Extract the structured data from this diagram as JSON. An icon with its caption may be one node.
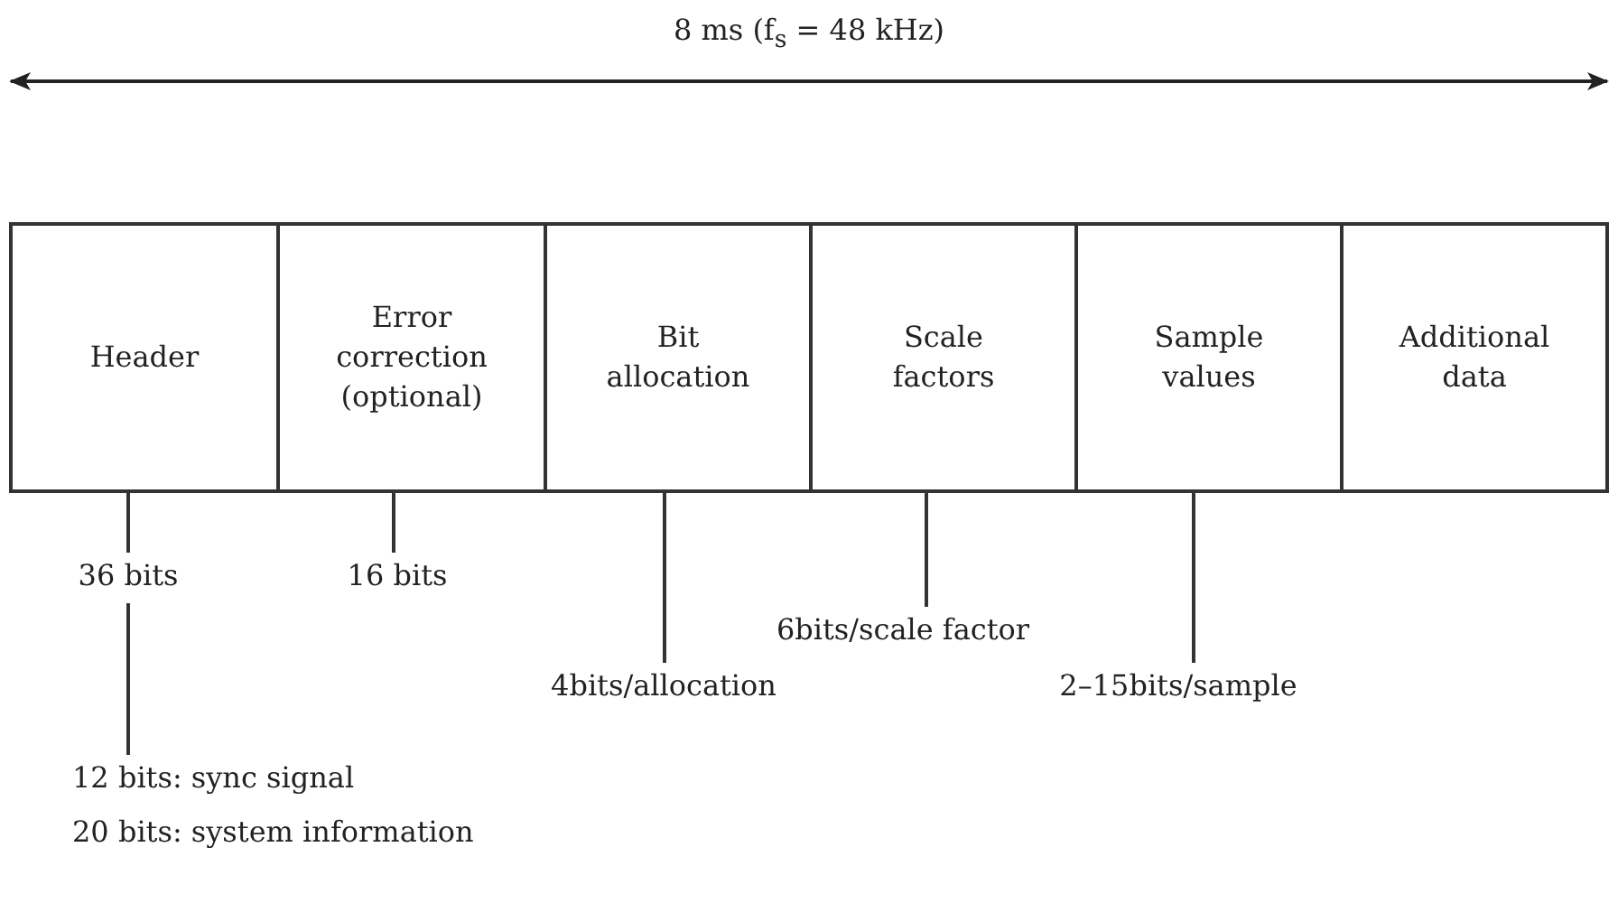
{
  "diagram": {
    "nodes": [
      {
        "text": [
          "Header"
        ]
      },
      {
        "text": [
          "Error correction (optional)"
        ]
      },
      {
        "text": [
          "Bit allocation"
        ]
      },
      {
        "text": [
          "Scale factors"
        ]
      },
      {
        "text": [
          "Sample values"
        ]
      },
      {
        "text": [
          "Additional data"
        ]
      },
      {
        "text": [
          "36 bits"
        ]
      },
      {
        "text": [
          "16 bits"
        ]
      },
      {
        "text": [
          "6bits/scale factor"
        ]
      },
      {
        "text": [
          "4bits/allocation"
        ]
      },
      {
        "text": [
          "2–15bits/sample"
        ]
      },
      {
        "text": [
          "12 bits: sync signal",
          "20 bits: system information"
        ]
      }
    ],
    "edges": [
      {
        "from": 0,
        "to": 6,
        "arrow": "none"
      },
      {
        "from": 1,
        "to": 7,
        "arrow": "none"
      },
      {
        "from": 2,
        "to": 9,
        "arrow": "none"
      },
      {
        "from": 3,
        "to": 8,
        "arrow": "none"
      },
      {
        "from": 4,
        "to": 10,
        "arrow": "none"
      },
      {
        "from": 6,
        "to": 11,
        "arrow": "none"
      }
    ],
    "labels": [
      "8 ms (f$_{s}$ = 48 kHz)"
    ]
  }
}
